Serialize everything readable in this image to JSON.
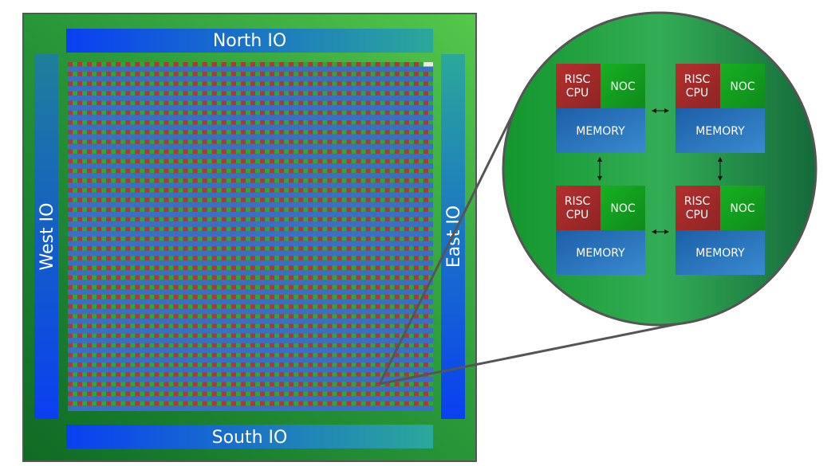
{
  "chip": {
    "io_labels": {
      "north": "North IO",
      "south": "South IO",
      "west": "West IO",
      "east": "East IO"
    },
    "colors": {
      "board_light": "#52c44a",
      "board_dark": "#0e6b24",
      "io_blue": "#0b3ff0",
      "io_teal": "#2aa39b",
      "cell_red": "#a83a3a",
      "cell_green": "#2fa82f",
      "cell_blue": "#3a6fc8",
      "outline": "#555555"
    }
  },
  "zoom": {
    "tiles": [
      {
        "cpu_label": [
          "RISC",
          "CPU"
        ],
        "noc_label": "NOC",
        "memory_label": "MEMORY"
      },
      {
        "cpu_label": [
          "RISC",
          "CPU"
        ],
        "noc_label": "NOC",
        "memory_label": "MEMORY"
      },
      {
        "cpu_label": [
          "RISC",
          "CPU"
        ],
        "noc_label": "NOC",
        "memory_label": "MEMORY"
      },
      {
        "cpu_label": [
          "RISC",
          "CPU"
        ],
        "noc_label": "NOC",
        "memory_label": "MEMORY"
      }
    ],
    "colors": {
      "cpu": "#a52a2a",
      "noc": "#1fb51f",
      "memory": "#2b78b8"
    }
  }
}
